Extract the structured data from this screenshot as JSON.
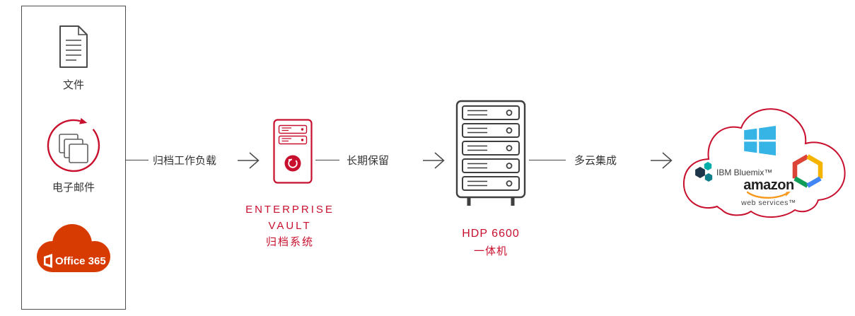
{
  "sources_panel": {
    "file": {
      "label": "文件"
    },
    "email": {
      "label": "电子邮件"
    },
    "office365": {
      "label": "Office 365"
    }
  },
  "flow": {
    "step1_label": "归档工作负载",
    "step2_label": "长期保留",
    "step3_label": "多云集成"
  },
  "enterprise_vault": {
    "title_line1": "ENTERPRISE",
    "title_line2": "VAULT",
    "subtitle": "归档系统"
  },
  "hdp_appliance": {
    "title": "HDP 6600",
    "subtitle": "一体机"
  },
  "cloud_providers": {
    "ibm_bluemix": "IBM Bluemix™",
    "amazon": "amazon",
    "amazon_sub": "web services™"
  },
  "colors": {
    "brand_red": "#c8102e",
    "office_red": "#d83b01",
    "line_gray": "#4a4a4a",
    "icon_dark": "#3f3f3f",
    "text_dark": "#333333",
    "azure_blue": "#35b4e5",
    "ibm_dark": "#1d3649",
    "ibm_teal": "#00aea9",
    "ibm_teal_dark": "#0f7f8b",
    "google_red": "#db4437",
    "google_yellow": "#f4b400",
    "google_green": "#0f9d58",
    "google_blue": "#4285f4",
    "aws_orange": "#f7981d"
  }
}
